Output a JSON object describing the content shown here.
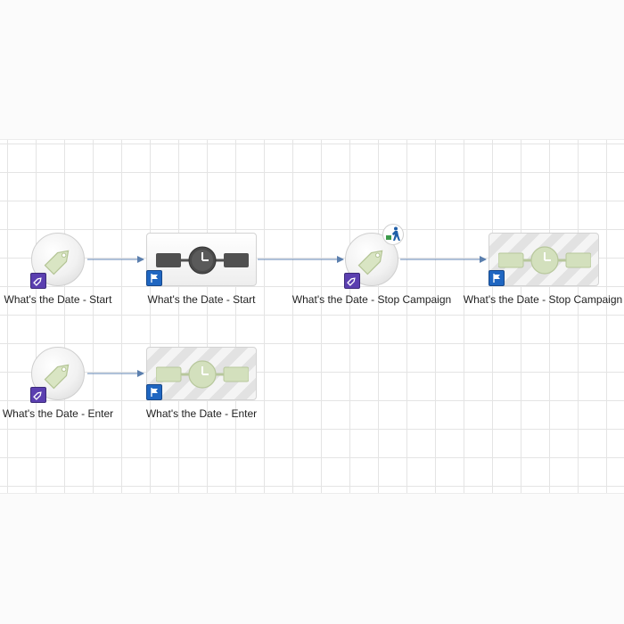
{
  "nodes": [
    {
      "id": "n1",
      "type": "tag",
      "label": "What's the Date - Start",
      "badge": "tag-icon"
    },
    {
      "id": "n2",
      "type": "timer",
      "state": "active",
      "label": "What's the Date - Start",
      "badge": "flag-icon"
    },
    {
      "id": "n3",
      "type": "tag",
      "label": "What's the Date - Stop Campaign",
      "badge": "tag-icon",
      "extra_icon": "exit-person-icon"
    },
    {
      "id": "n4",
      "type": "timer",
      "state": "disabled",
      "label": "What's the Date - Stop Campaign",
      "badge": "flag-icon"
    },
    {
      "id": "n5",
      "type": "tag",
      "label": "What's the Date - Enter",
      "badge": "tag-icon"
    },
    {
      "id": "n6",
      "type": "timer",
      "state": "disabled",
      "label": "What's the Date - Enter",
      "badge": "flag-icon"
    }
  ],
  "connections": [
    {
      "from": "n1",
      "to": "n2"
    },
    {
      "from": "n2",
      "to": "n3"
    },
    {
      "from": "n3",
      "to": "n4"
    },
    {
      "from": "n5",
      "to": "n6"
    }
  ],
  "colors": {
    "arrow": "#5b7fae",
    "tag_badge": "#5b3fb0",
    "flag_badge": "#1f66c1",
    "timer_active": "#4a4a4a",
    "timer_disabled": "#cfdcb6"
  }
}
